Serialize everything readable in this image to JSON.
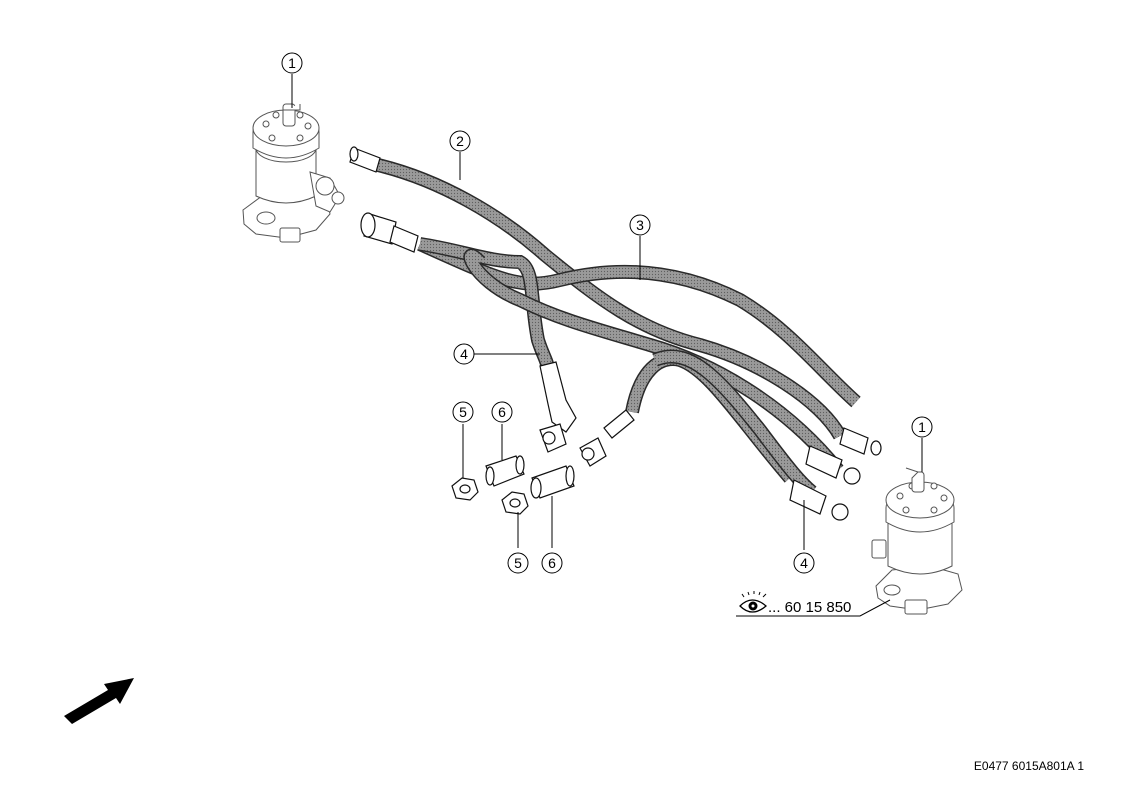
{
  "callouts": {
    "c1a": "1",
    "c1b": "1",
    "c2": "2",
    "c3": "3",
    "c4a": "4",
    "c4b": "4",
    "c5a": "5",
    "c5b": "5",
    "c6a": "6",
    "c6b": "6"
  },
  "reference": {
    "icon": "eye-icon",
    "text": "... 60 15 850"
  },
  "drawing_code": "E0477 6015A801A 1",
  "direction_arrow": "arrow-icon"
}
